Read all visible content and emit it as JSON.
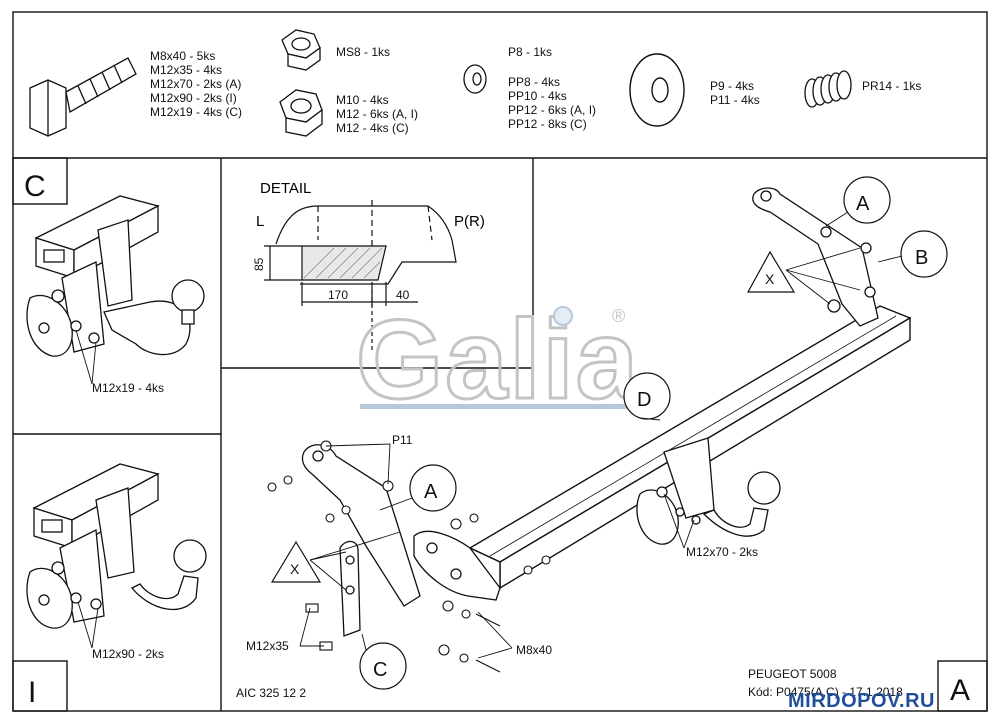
{
  "hardware": {
    "bolts": [
      "M8x40 - 5ks",
      "M12x35 - 4ks",
      "M12x70 - 2ks (A)",
      "M12x90 - 2ks (I)",
      "M12x19 - 4ks (C)"
    ],
    "nut_small": [
      "MS8 - 1ks"
    ],
    "nuts": [
      "M10 - 4ks",
      "M12 - 6ks (A, I)",
      "M12 - 4ks (C)"
    ],
    "washer_small": [
      "P8 - 1ks"
    ],
    "washers": [
      "PP8 - 4ks",
      "PP10 - 4ks",
      "PP12 - 6ks (A, I)",
      "PP12 - 8ks (C)"
    ],
    "washer_large": [
      "P9 - 4ks",
      "P11 - 4ks"
    ],
    "spring": [
      "PR14 - 1ks"
    ]
  },
  "panels": {
    "c_letter": "C",
    "c_bolt_label": "M12x19 - 4ks",
    "i_letter": "I",
    "i_bolt_label": "M12x90 - 2ks"
  },
  "detail": {
    "title": "DETAIL",
    "left": "L",
    "right": "P(R)",
    "height": "85",
    "width_a": "170",
    "width_b": "40"
  },
  "watermark": {
    "brand": "Galia",
    "registered": "®"
  },
  "callouts": {
    "a": "A",
    "b": "B",
    "c": "C",
    "d": "D",
    "x": "X"
  },
  "labels": {
    "p11": "P11",
    "m12x35": "M12x35",
    "m8x40": "M8x40",
    "m12x70": "M12x70 - 2ks"
  },
  "footer": {
    "code": "AIC 325 12 2",
    "model": "PEUGEOT 5008",
    "kod": "Kód: P0475(A,C) - 17.1.2018",
    "corner": "A",
    "site": "MIRDOPOV.RU"
  }
}
